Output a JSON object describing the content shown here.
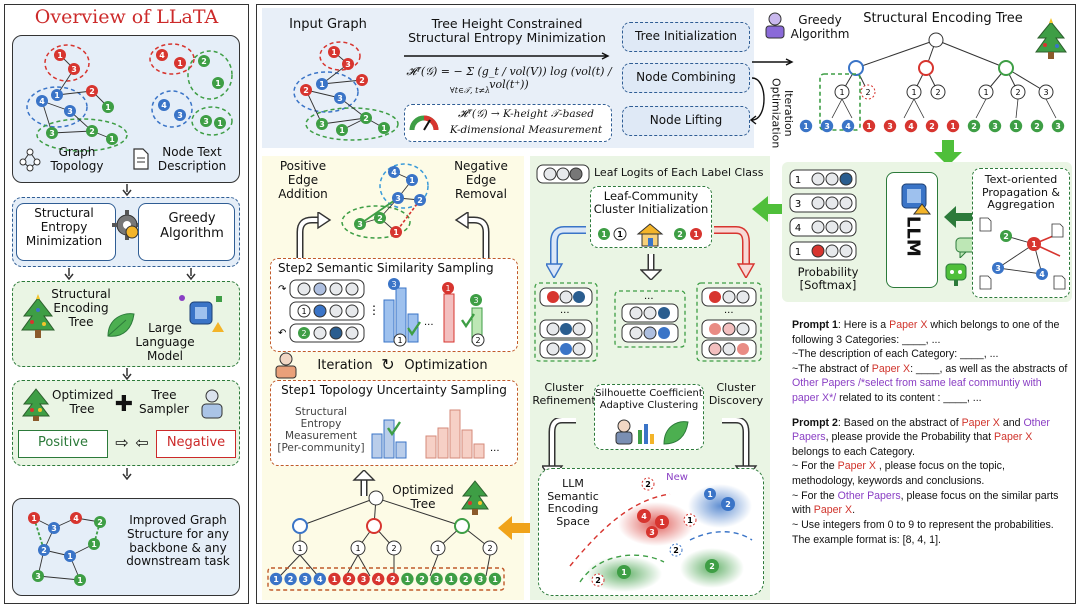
{
  "colors": {
    "red": "#d7352f",
    "blue": "#3a74c7",
    "green": "#3e9e45",
    "dark_green": "#2c7a3a",
    "title_red": "#cc2a2a",
    "light_blue": "#dfe9f6",
    "light_green": "#eaf5e4",
    "light_yellow": "#fdfbe6",
    "orange_arrow": "#f0a31a"
  },
  "left": {
    "title": "Overview of LLaTA",
    "graph_topology": "Graph Topology",
    "node_text_description": "Node Text Description",
    "structural_entropy_minimization": "Structural Entropy Minimization",
    "greedy_algorithm": "Greedy Algorithm",
    "structural_encoding_tree": "Structural Encoding Tree",
    "large_language_model": "Large Language Model",
    "optimized_tree": "Optimized Tree",
    "tree_sampler": "Tree Sampler",
    "positive": "Positive",
    "negative": "Negative",
    "improved": "Improved Graph Structure for any backbone & any downstream task"
  },
  "top": {
    "input_graph": "Input Graph",
    "tree_height_title": "Tree Height Constrained Structural Entropy Minimization",
    "formula": "𝓗ᵀ(𝒢) = − Σ  (g_t / vol(V)) log (vol(t) / vol(t⁺))",
    "formula_sub": "∀t∈𝒯, t≠λ",
    "measurement_line1": "𝓗ᵀ(𝒢) → K-height 𝒯-based",
    "measurement_line2": "K-dimensional Measurement",
    "tree_initialization": "Tree Initialization",
    "node_combining": "Node Combining",
    "node_lifting": "Node Lifting",
    "greedy_algorithm": "Greedy Algorithm",
    "iteration_optimization": "Iteration Optimization",
    "structural_encoding_tree": "Structural Encoding Tree"
  },
  "middle": {
    "positive_edge_addition": "Positive Edge Addition",
    "negative_edge_removal": "Negative Edge Removal",
    "step2": "Step2 Semantic Similarity Sampling",
    "iteration": "Iteration",
    "optimization": "Optimization",
    "step1": "Step1 Topology Uncertainty Sampling",
    "step1_measure": "Structural Entropy Measurement [Per-community]",
    "optimized_tree": "Optimized Tree",
    "leaf_logits": "Leaf Logits of Each Label Class",
    "leaf_community": "Leaf-Community Cluster Initialization",
    "cluster_refinement": "Cluster Refinement",
    "cluster_discovery": "Cluster Discovery",
    "silhouette": "Silhouette Coefficient Adaptive Clustering",
    "llm_space": "LLM Semantic Encoding Space",
    "new_label": "New",
    "ellipsis": "···",
    "probability": "Probability [Softmax]",
    "llm": "LLM",
    "text_oriented": "Text-oriented Propagation & Aggregation"
  },
  "prompt": {
    "p1_label": "Prompt 1",
    "p1_a": ": Here is a ",
    "paper_x": "Paper X",
    "p1_b": " which belongs to one of the following 3 Categories: ____, ...",
    "p1_c": "~The description of each Category: ____, ...",
    "p1_d": "~The abstract of ",
    "p1_e": ": ____, as well as the abstracts of ",
    "other_papers": "Other Papers",
    "p1_f": " /*select from same leaf communtiy with paper X*/",
    "p1_g": " related to its content : ____, ...",
    "p2_label": "Prompt 2",
    "p2_a": ": Based on the abstract of ",
    "p2_b": " and ",
    "p2_c": ", please provide the Probability that ",
    "p2_d": " belongs to each Category.",
    "p2_e": "~ For the ",
    "p2_f": " , please focus on the topic, methodology, keywords and conclusions.",
    "p2_g": "~ For the ",
    "p2_h": ", please focus on the similar parts with ",
    "p2_i": ".",
    "p2_j": "~ Use integers from 0 to 9 to represent the probabilities. The example format is: [8, 4, 1]."
  },
  "prob_rows": [
    "1",
    "3",
    "4",
    "1"
  ],
  "tree_leaves": [
    "1",
    "2",
    "3",
    "4",
    "1",
    "2",
    "3",
    "4",
    "2",
    "1",
    "2",
    "3",
    "1",
    "2",
    "3",
    "1"
  ],
  "tree_top_leaves": [
    "1",
    "3",
    "4",
    "1",
    "3",
    "4",
    "2",
    "1",
    "2",
    "3",
    "1",
    "2",
    "3"
  ]
}
